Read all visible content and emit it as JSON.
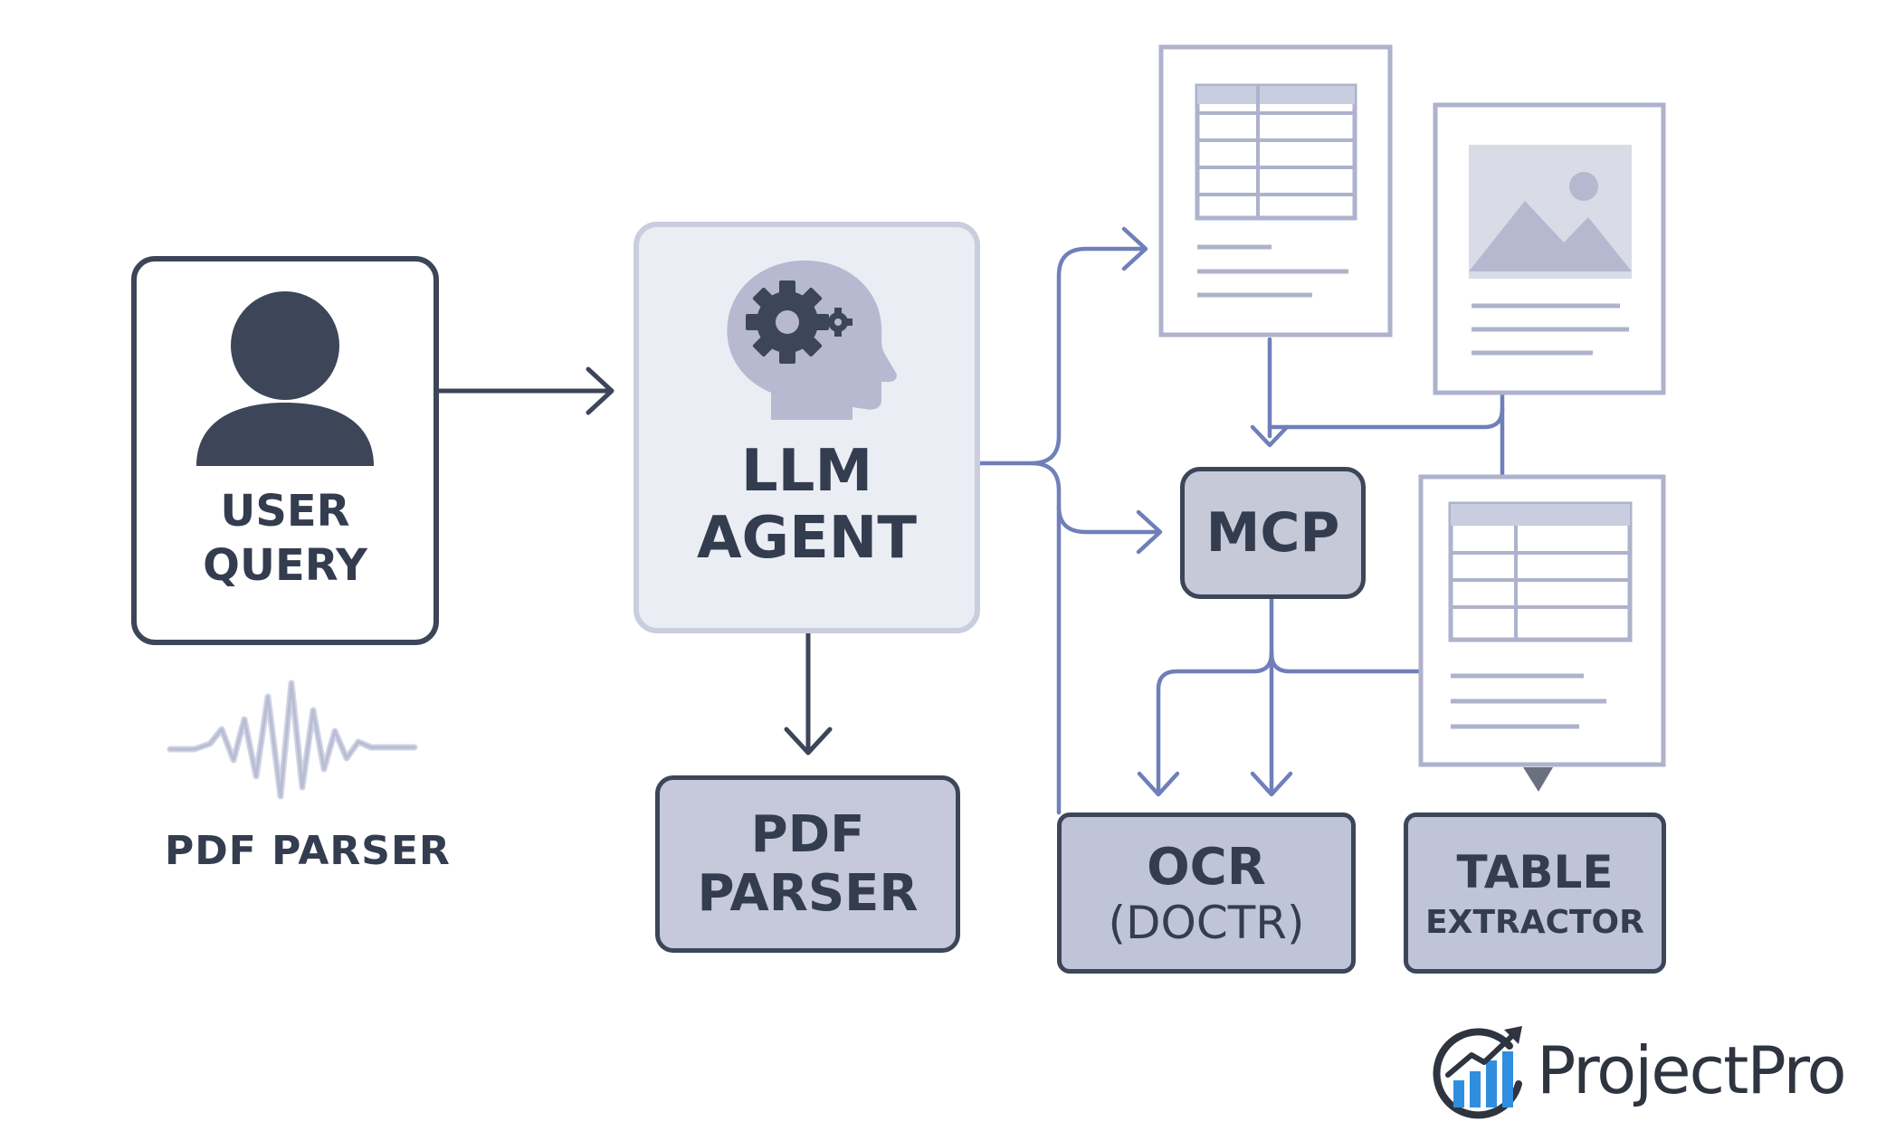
{
  "nodes": {
    "user_query": [
      "USER",
      "QUERY"
    ],
    "llm_agent": [
      "LLM",
      "AGENT"
    ],
    "pdf_parser": [
      "PDF",
      "PARSER"
    ],
    "mcp": "MCP",
    "ocr": [
      "OCR",
      "(DOCTR)"
    ],
    "table_extractor": [
      "TABLE",
      "EXTRACTOR"
    ]
  },
  "waveform_caption": "PDF PARSER",
  "brand": {
    "name": "ProjectPro"
  },
  "icons": [
    "user-icon",
    "brain-gear-icon",
    "table-document-icon",
    "image-document-icon",
    "waveform-icon",
    "projectpro-logo-icon"
  ],
  "colors": {
    "dark": "#3c4658",
    "arrow_blue": "#6f7fb9",
    "box_fill": "#c5c9da",
    "doc_border": "#a9aecb",
    "logo_blue": "#2f8ee0"
  }
}
